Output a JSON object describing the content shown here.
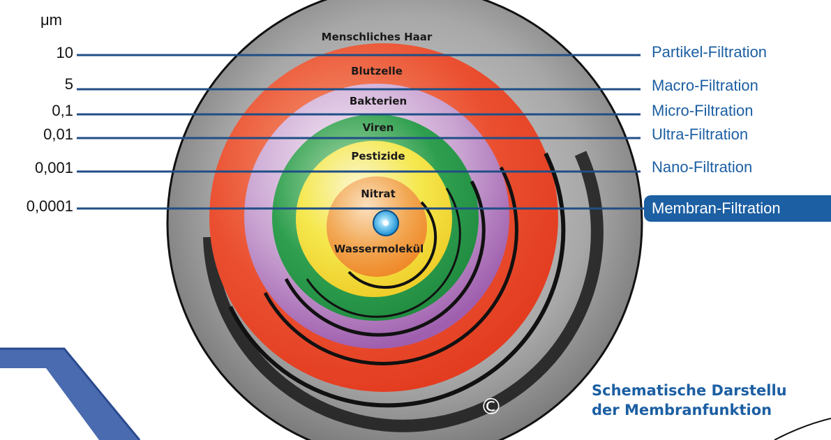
{
  "unit": "μm",
  "scale_values": [
    "10",
    "5",
    "0,1",
    "0,01",
    "0,001",
    "0,0001"
  ],
  "filtrations": [
    "Partikel-Filtration",
    "Macro-Filtration",
    "Micro-Filtration",
    "Ultra-Filtration",
    "Nano-Filtration",
    "Membran-Filtration"
  ],
  "rings": [
    {
      "label": "Menschliches Haar",
      "color": "#9e9e9e"
    },
    {
      "label": "Blutzelle",
      "color": "#e8452c"
    },
    {
      "label": "Bakterien",
      "color": "#c49ccc"
    },
    {
      "label": "Viren",
      "color": "#2e9b4e"
    },
    {
      "label": "Pestizide",
      "color": "#f3e34a"
    },
    {
      "label": "Nitrat",
      "color": "#f0a04a"
    },
    {
      "label": "Wassermolekül",
      "color": "#3fa9e0"
    }
  ],
  "copyright": "©",
  "caption": {
    "line1": "Schematische Darstellu",
    "line2": "der Membranfunktion"
  },
  "colors": {
    "accent": "#1c5fa3"
  }
}
